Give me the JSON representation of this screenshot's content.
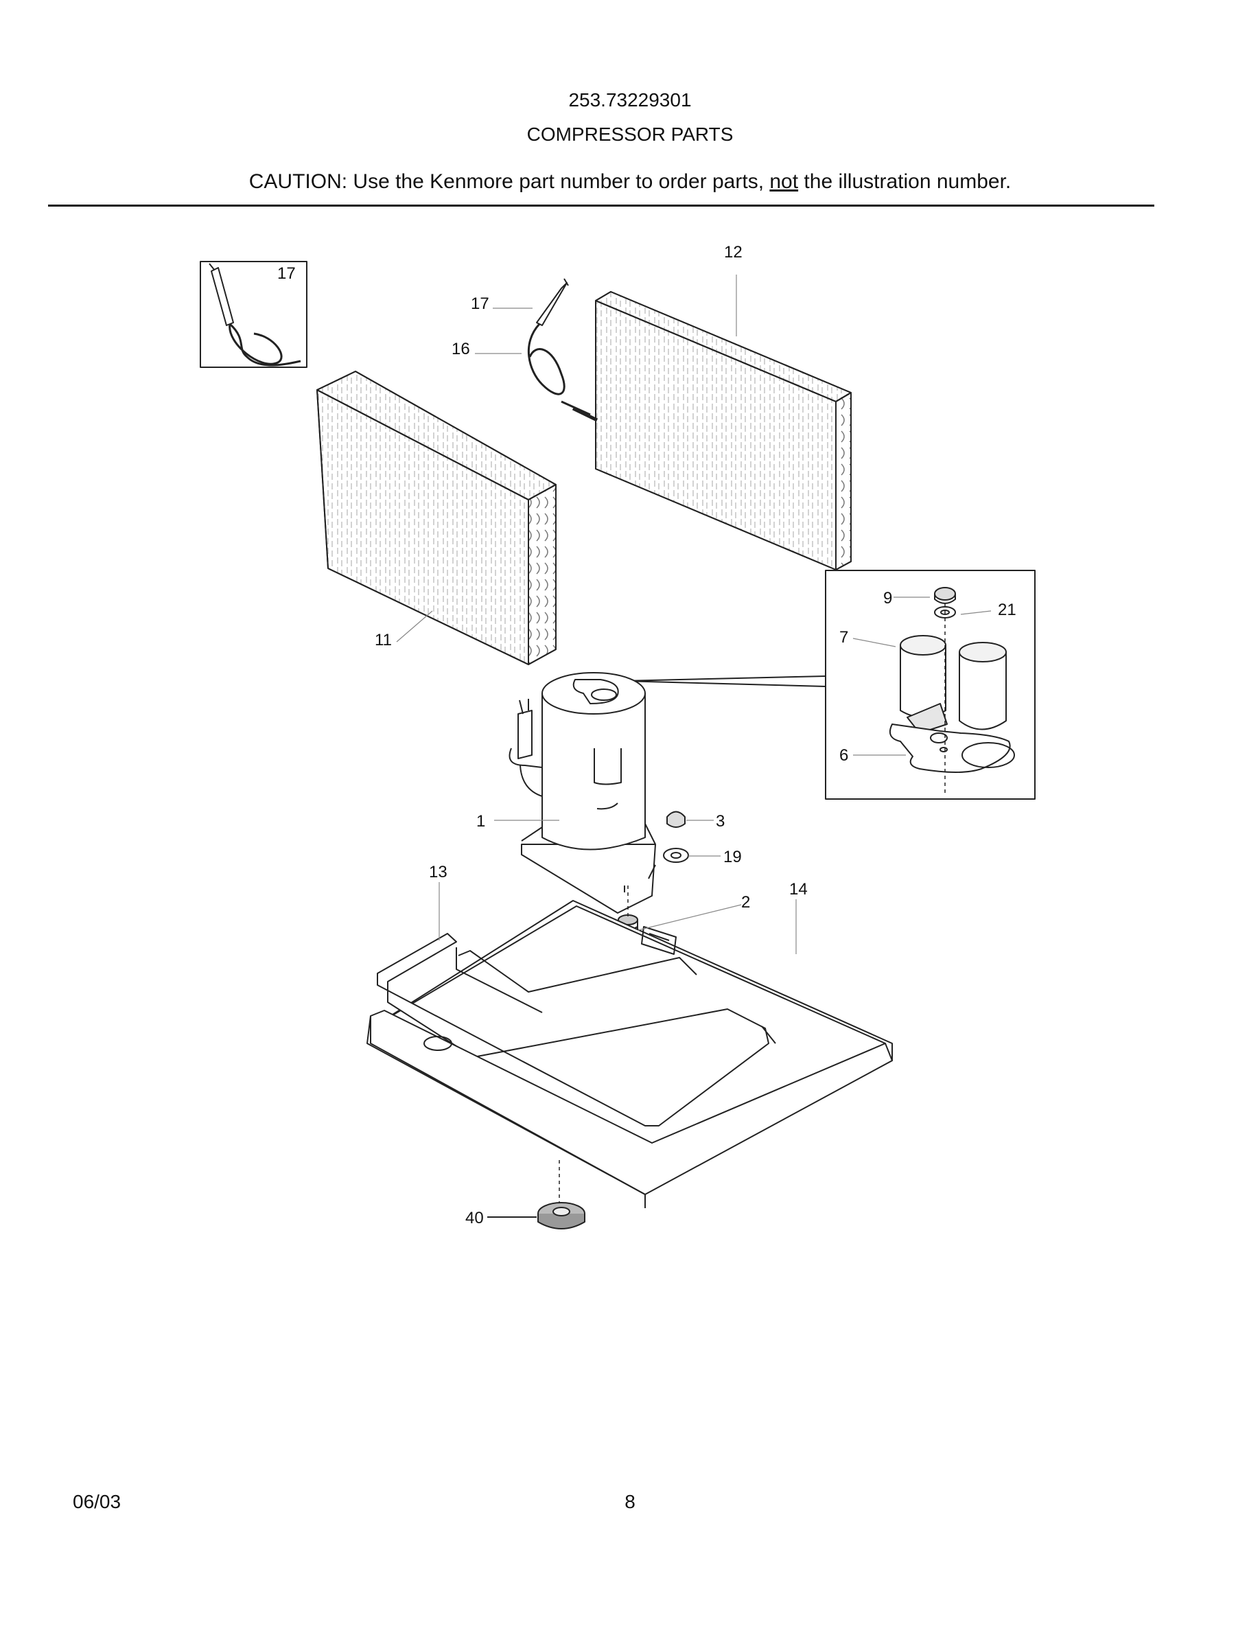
{
  "header": {
    "model_number": "253.73229301",
    "title": "COMPRESSOR PARTS",
    "caution_before": "CAUTION: Use the Kenmore part number to order parts, ",
    "caution_underlined": "not",
    "caution_after": " the illustration number."
  },
  "callouts": [
    "17",
    "17",
    "12",
    "16",
    "11",
    "9",
    "21",
    "7",
    "6",
    "1",
    "3",
    "19",
    "13",
    "14",
    "2",
    "40"
  ],
  "footer": {
    "date": "06/03",
    "page": "8"
  }
}
